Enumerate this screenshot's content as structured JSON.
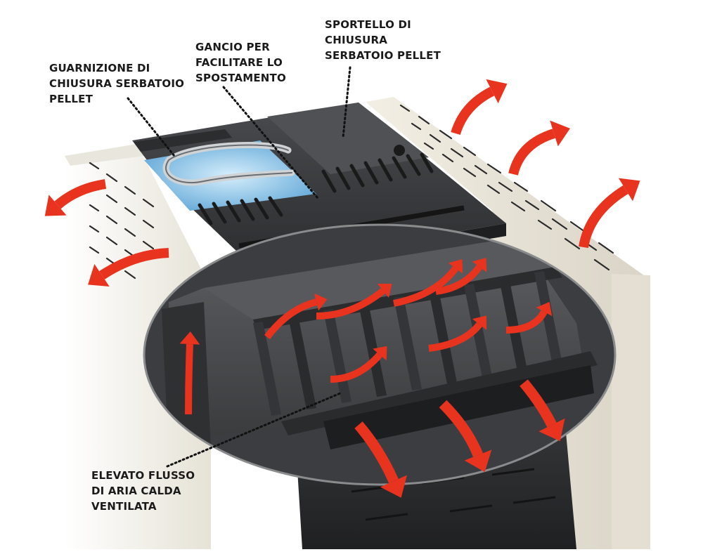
{
  "callouts": {
    "gasket": {
      "lines": [
        "GUARNIZIONE DI",
        "CHIUSURA SERBATOIO",
        "PELLET"
      ]
    },
    "hook": {
      "lines": [
        "GANCIO PER",
        "FACILITARE LO",
        "SPOSTAMENTO"
      ]
    },
    "door": {
      "lines": [
        "SPORTELLO DI",
        "CHIUSURA",
        "SERBATOIO PELLET"
      ]
    },
    "airflow": {
      "lines": [
        "ELEVATO FLUSSO",
        "DI ARIA CALDA",
        "VENTILATA"
      ]
    }
  },
  "colors": {
    "arrow": "#e8331f",
    "stove_body": "#f4f1e8",
    "top_panel": "#3a3b3d",
    "grille": "#2b2c2e",
    "tank_glass": "#8fc4e8",
    "leader_line": "#111111"
  }
}
